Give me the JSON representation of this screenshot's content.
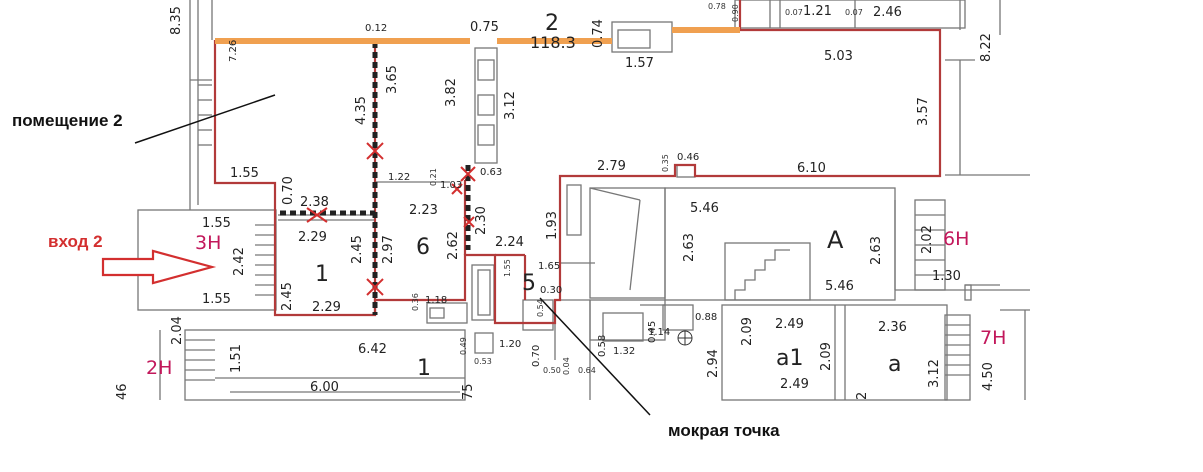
{
  "annotations": {
    "premises_label": "помещение 2",
    "entrance_label": "вход 2",
    "wet_point_label": "мокрая точка"
  },
  "entrances": [
    "3Н",
    "2Н",
    "6Н",
    "7Н"
  ],
  "rooms": {
    "room_1": "1",
    "room_6": "6",
    "room_5": "5",
    "room_2": "2",
    "room_2_area": "118.3",
    "room_A": "А",
    "room_a1": "а1",
    "room_a": "а",
    "room_1_lower": "1"
  },
  "dimensions": {
    "d835": "8.35",
    "d726": "7.26",
    "d012": "0.12",
    "d075": "0.75",
    "d074": "0.74",
    "d078": "0.78",
    "d090": "0.90",
    "d007a": "0.07",
    "d121": "1.21",
    "d007b": "0.07",
    "d246": "2.46",
    "d157": "1.57",
    "d503": "5.03",
    "d822": "8.22",
    "d365": "3.65",
    "d382": "3.82",
    "d312": "3.12",
    "d435": "4.35",
    "d357": "3.57",
    "d155a": "1.55",
    "d070": "0.70",
    "d238": "2.38",
    "d229a": "2.29",
    "d122": "1.22",
    "d021": "0.21",
    "d103": "1.03",
    "d063": "0.63",
    "d279": "2.79",
    "d035": "0.35",
    "d046": "0.46",
    "d610": "6.10",
    "d223": "2.23",
    "d230": "2.30",
    "d193": "1.93",
    "d546a": "5.46",
    "d155b": "1.55",
    "d242": "2.42",
    "d245a": "2.45",
    "d297": "2.97",
    "d262": "2.62",
    "d224": "2.24",
    "d263a": "2.63",
    "d263b": "2.63",
    "d202": "2.02",
    "d165": "1.65",
    "d155c": "1.55",
    "d130": "1.30",
    "d030": "0.30",
    "d546b": "5.46",
    "d155d": "1.55",
    "d245b": "2.45",
    "d229b": "2.29",
    "d036": "0.36",
    "d118": "1.18",
    "d054": "0.54",
    "d088": "0.88",
    "d114": "1.14",
    "d045": "0.45",
    "d204": "2.04",
    "d642": "6.42",
    "d049": "0.49",
    "d053": "0.53",
    "d120": "1.20",
    "d058": "0.58",
    "d132": "1.32",
    "d209a": "2.09",
    "d249a": "2.49",
    "d236": "2.36",
    "d151": "1.51",
    "d600": "6.00",
    "d070b": "0.70",
    "d050": "0.50",
    "d004": "0.04",
    "d064": "0.64",
    "d294": "2.94",
    "d209b": "2.09",
    "d249b": "2.49",
    "d312b": "3.12",
    "d450": "4.50",
    "d46": "46",
    "d75": "75",
    "d2": "2"
  }
}
